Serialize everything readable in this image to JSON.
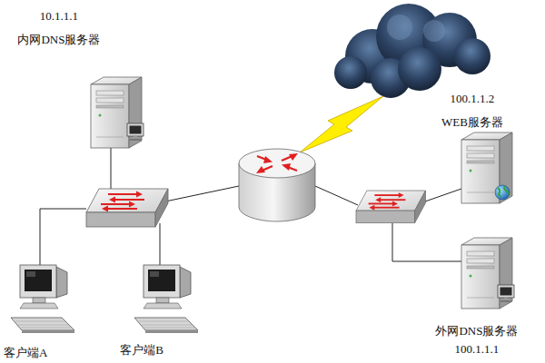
{
  "diagram": {
    "nodes": [
      {
        "text": [
          "10.1.1.1",
          "内网DNS服务器"
        ]
      },
      {
        "text": [
          "客户端A"
        ]
      },
      {
        "text": [
          "客户端B"
        ]
      },
      {
        "text": [
          "100.1.1.2",
          "WEB服务器"
        ]
      },
      {
        "text": [
          "外网DNS服务器",
          "100.1.1.1"
        ]
      }
    ]
  }
}
